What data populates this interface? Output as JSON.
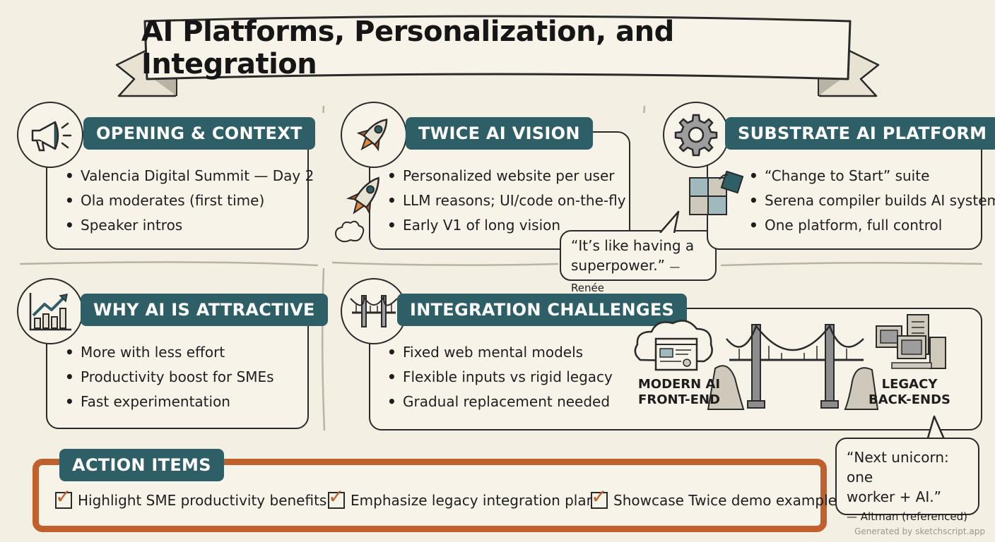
{
  "title": "AI Platforms, Personalization, and Integration",
  "sections": {
    "opening": {
      "label": "OPENING & CONTEXT",
      "icon": "megaphone-icon",
      "bullets": [
        "Valencia Digital Summit — Day 2",
        "Ola moderates (first time)",
        "Speaker intros"
      ]
    },
    "twice": {
      "label": "TWICE AI VISION",
      "icon": "rocket-icon",
      "bullets": [
        "Personalized website per user",
        "LLM reasons; UI/code on-the-fly",
        "Early V1 of long vision"
      ]
    },
    "substrate": {
      "label": "SUBSTRATE AI PLATFORM",
      "icon": "gear-icon",
      "bullets": [
        "“Change to Start” suite",
        "Serena compiler builds AI systems",
        "One platform, full control"
      ]
    },
    "why": {
      "label": "WHY AI IS ATTRACTIVE",
      "icon": "growth-chart-icon",
      "bullets": [
        "More with less effort",
        "Productivity boost for SMEs",
        "Fast experimentation"
      ]
    },
    "integration": {
      "label": "INTEGRATION CHALLENGES",
      "icon": "bridge-icon",
      "bullets": [
        "Fixed web mental models",
        "Flexible inputs vs rigid legacy",
        "Gradual replacement needed"
      ],
      "diagram": {
        "left_label_1": "MODERN AI",
        "left_label_2": "FRONT-END",
        "right_label_1": "LEGACY",
        "right_label_2": "BACK-ENDS"
      }
    }
  },
  "quotes": {
    "renee": {
      "text_1": "“It’s like having a",
      "text_2": "superpower.”",
      "attribution": "— Renée"
    },
    "altman": {
      "text_1": "“Next unicorn: one",
      "text_2": "worker + AI.”",
      "attribution": "— Altman (referenced)"
    }
  },
  "action_items": {
    "label": "ACTION ITEMS",
    "items": [
      "Highlight SME productivity benefits",
      "Emphasize legacy integration plan",
      "Showcase Twice demo example"
    ]
  },
  "footer": "Generated by sketchscript.app",
  "colors": {
    "teal": "#2f5f66",
    "orange": "#c0602c",
    "background": "#f4efe3"
  }
}
